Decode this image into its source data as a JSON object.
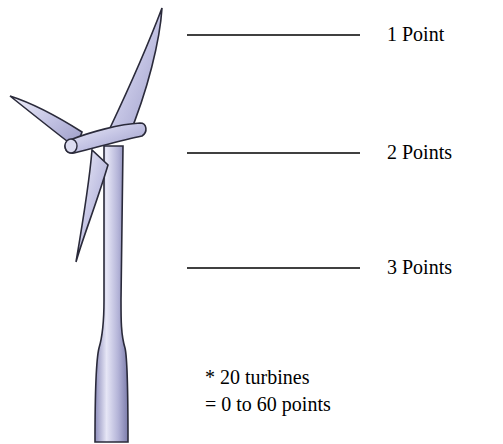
{
  "diagram": {
    "labels": [
      "1 Point",
      "2 Points",
      "3 Points",
      "* 20 turbines",
      "= 0 to 60 points"
    ]
  }
}
